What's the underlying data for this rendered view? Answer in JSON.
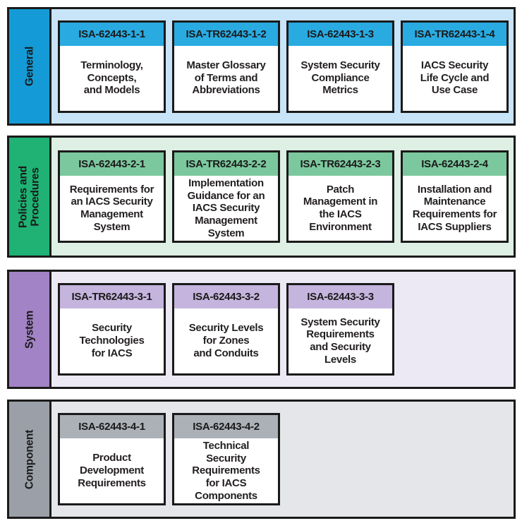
{
  "colors": {
    "border": "#1A1A1A",
    "text": "#231F20",
    "card_bg": "#FFFFFF",
    "page_bg": "#FFFFFF"
  },
  "bands": [
    {
      "id": "general",
      "label": "General",
      "label_bg": "#149BD7",
      "band_bg": "#C8E4F8",
      "header_bg": "#29ABE2",
      "cards": [
        {
          "code": "ISA-62443-1-1",
          "title": "Terminology,\nConcepts,\nand Models"
        },
        {
          "code": "ISA-TR62443-1-2",
          "title": "Master Glossary\nof Terms and\nAbbreviations"
        },
        {
          "code": "ISA-62443-1-3",
          "title": "System Security\nCompliance\nMetrics"
        },
        {
          "code": "ISA-TR62443-1-4",
          "title": "IACS Security\nLife Cycle and\nUse Case"
        }
      ]
    },
    {
      "id": "policies-and-procedures",
      "label": "Policies and\nProcedures",
      "label_bg": "#1FB274",
      "band_bg": "#DEEFE4",
      "header_bg": "#7CC89E",
      "cards": [
        {
          "code": "ISA-62443-2-1",
          "title": "Requirements for\nan IACS Security\nManagement\nSystem"
        },
        {
          "code": "ISA-TR62443-2-2",
          "title": "Implementation\nGuidance for an\nIACS Security\nManagement\nSystem"
        },
        {
          "code": "ISA-TR62443-2-3",
          "title": "Patch\nManagement in\nthe IACS\nEnvironment"
        },
        {
          "code": "ISA-62443-2-4",
          "title": "Installation and\nMaintenance\nRequirements for\nIACS Suppliers"
        }
      ]
    },
    {
      "id": "system",
      "label": "System",
      "label_bg": "#A283C5",
      "band_bg": "#ECE9F4",
      "header_bg": "#C5B4DE",
      "cards": [
        {
          "code": "ISA-TR62443-3-1",
          "title": "Security\nTechnologies\nfor IACS"
        },
        {
          "code": "ISA-62443-3-2",
          "title": "Security Levels\nfor Zones\nand Conduits"
        },
        {
          "code": "ISA-62443-3-3",
          "title": "System Security\nRequirements\nand Security\nLevels"
        }
      ]
    },
    {
      "id": "component",
      "label": "Component",
      "label_bg": "#9BA0A8",
      "band_bg": "#E5E6E9",
      "header_bg": "#ACB1B8",
      "cards": [
        {
          "code": "ISA-62443-4-1",
          "title": "Product\nDevelopment\nRequirements"
        },
        {
          "code": "ISA-62443-4-2",
          "title": "Technical\nSecurity\nRequirements\nfor IACS\nComponents"
        }
      ]
    }
  ]
}
